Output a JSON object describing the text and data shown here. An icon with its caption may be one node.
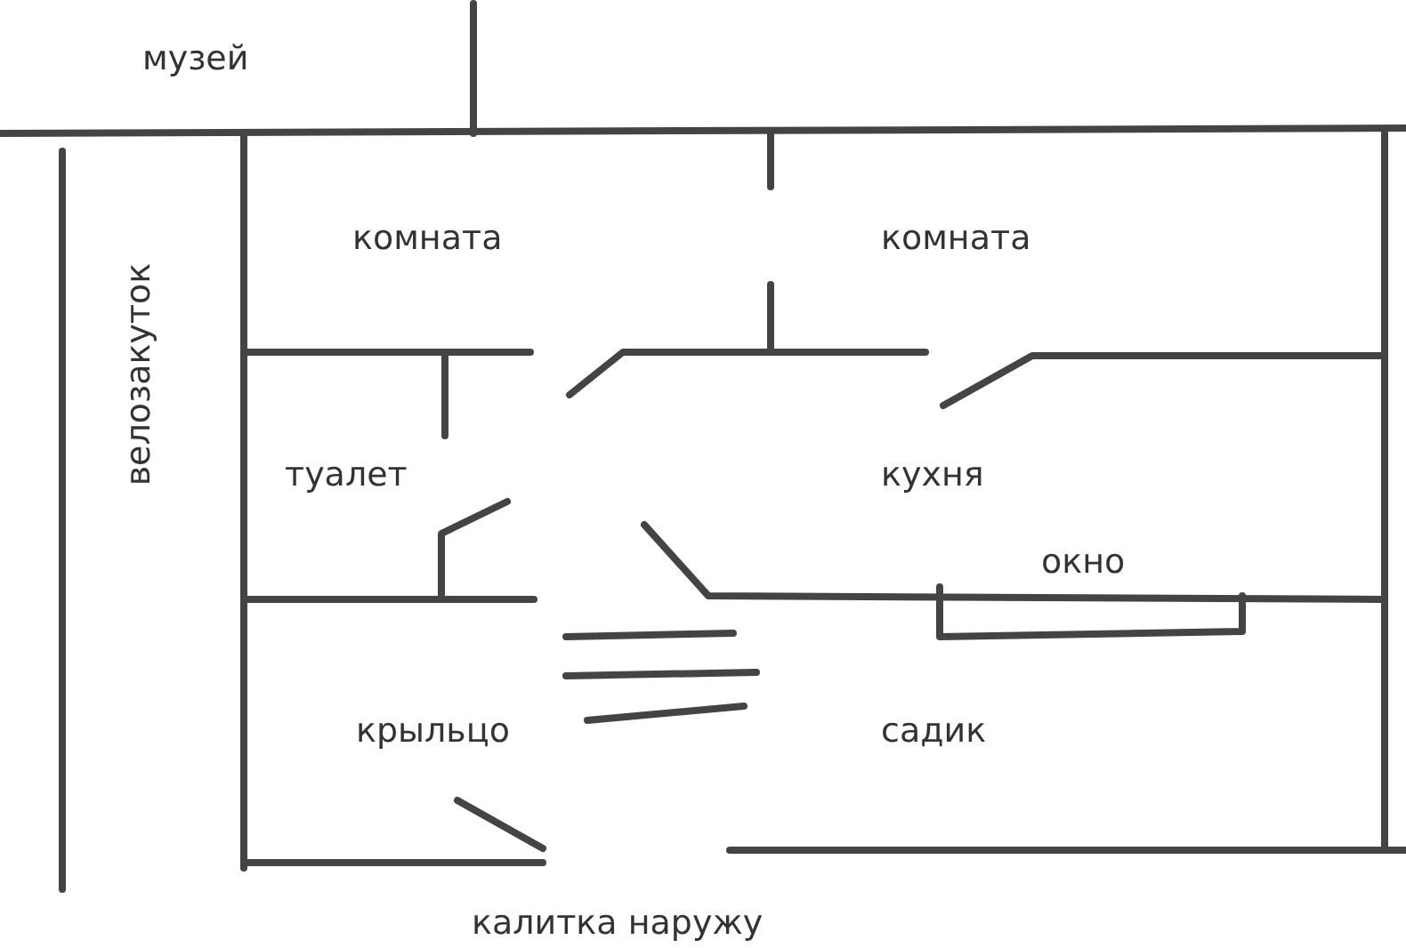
{
  "diagram": {
    "labels": [
      "музей",
      "комната",
      "комната",
      "велозакуток",
      "туалет",
      "кухня",
      "окно",
      "крыльцо",
      "садик",
      "калитка наружу"
    ]
  }
}
